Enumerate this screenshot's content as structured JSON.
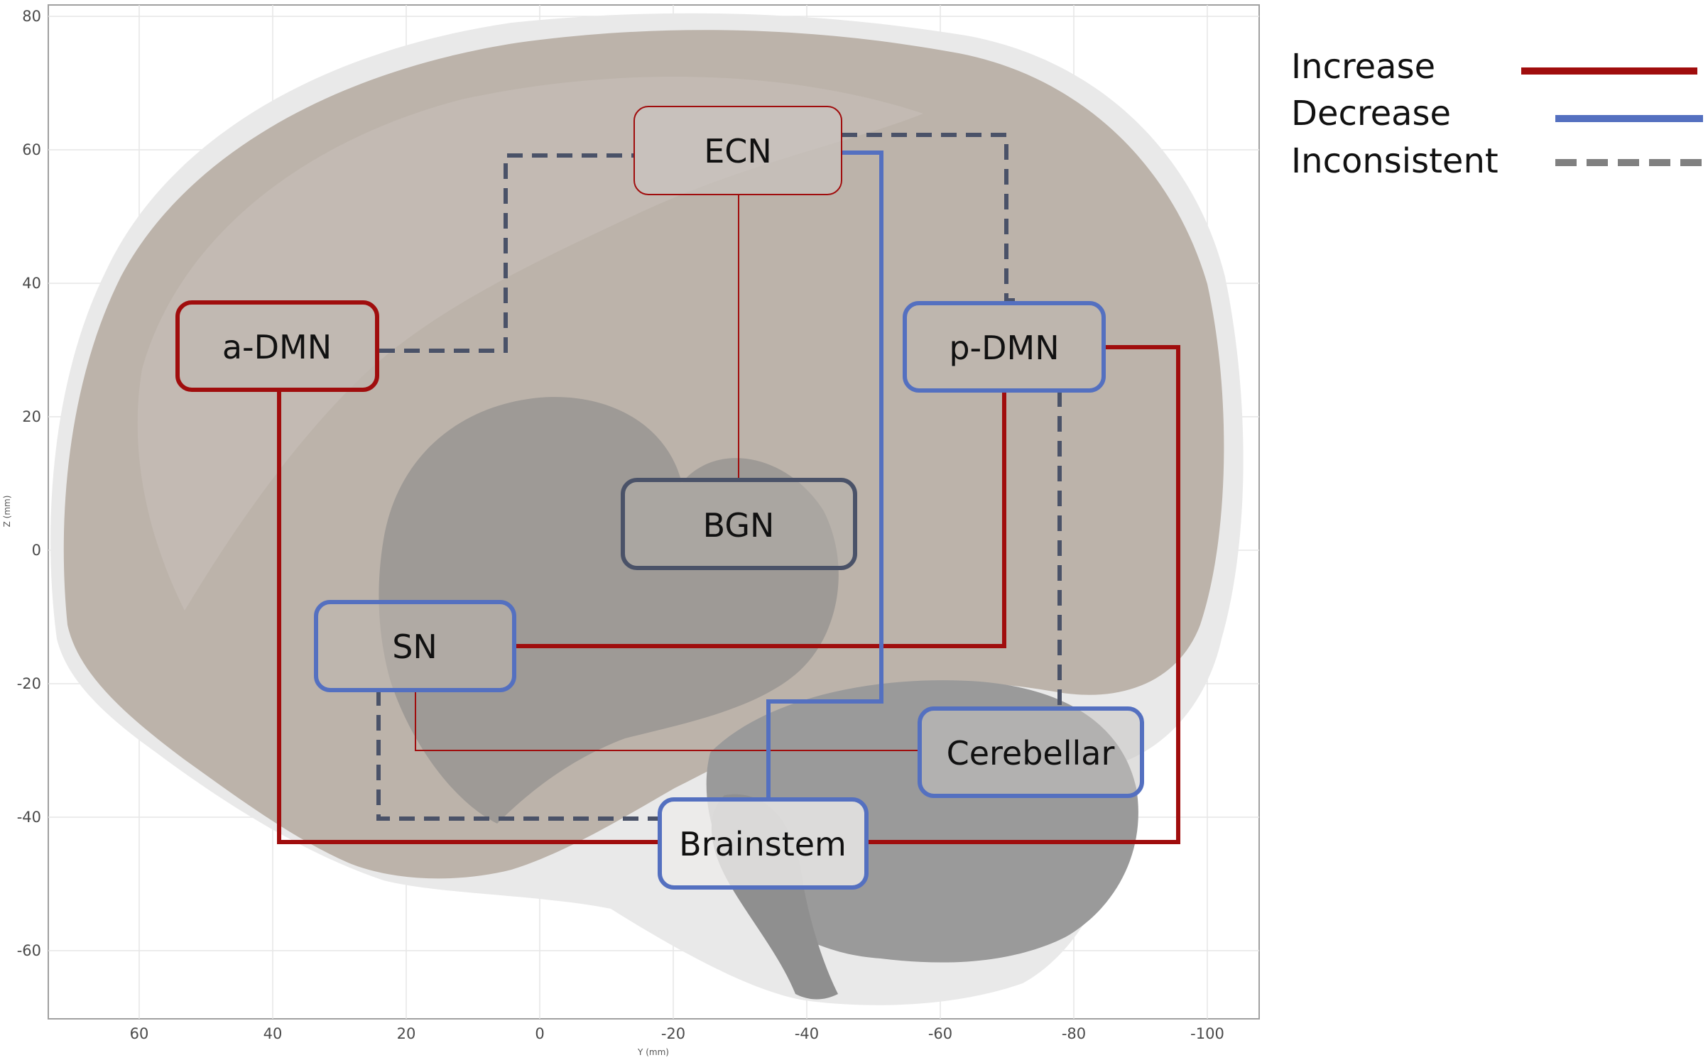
{
  "axes": {
    "x_label": "Y (mm)",
    "y_label": "Z (mm)",
    "x_ticks": [
      "60",
      "40",
      "20",
      "0",
      "-20",
      "-40",
      "-60",
      "-80",
      "-100"
    ],
    "y_ticks": [
      "80",
      "60",
      "40",
      "20",
      "0",
      "-20",
      "-40",
      "-60"
    ],
    "grid": true
  },
  "colors": {
    "increase": "#a00d0d",
    "decrease": "#5470c0",
    "inconsistent": "#4a5268",
    "bgn_border": "#4a5268"
  },
  "nodes": {
    "ecn": "ECN",
    "adm": "a-DMN",
    "pdm": "p-DMN",
    "bgn": "BGN",
    "sn": "SN",
    "cer": "Cerebellar",
    "bst": "Brainstem"
  },
  "legend": {
    "increase": "Increase",
    "decrease": "Decrease",
    "inconsistent": "Inconsistent"
  }
}
